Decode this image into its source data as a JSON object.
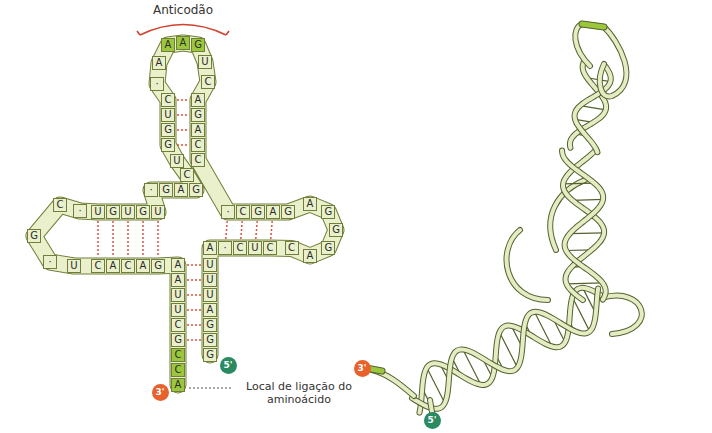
{
  "diagram": {
    "nodes": [
      {
        "text": [
          "G"
        ]
      },
      {
        "text": [
          "G"
        ]
      },
      {
        "text": [
          "G"
        ]
      },
      {
        "text": [
          "A"
        ]
      },
      {
        "text": [
          "U"
        ]
      },
      {
        "text": [
          "U"
        ]
      },
      {
        "text": [
          "U"
        ]
      },
      {
        "text": [
          "A"
        ]
      },
      {
        "text": [
          "·"
        ]
      },
      {
        "text": [
          "C"
        ]
      },
      {
        "text": [
          "U"
        ]
      },
      {
        "text": [
          "C"
        ]
      },
      {
        "text": [
          "C"
        ]
      },
      {
        "text": [
          "A"
        ]
      },
      {
        "text": [
          "G"
        ]
      },
      {
        "text": [
          "G"
        ]
      },
      {
        "text": [
          "G"
        ]
      },
      {
        "text": [
          "A"
        ]
      },
      {
        "text": [
          "G"
        ]
      },
      {
        "text": [
          "A"
        ]
      },
      {
        "text": [
          "G"
        ]
      },
      {
        "text": [
          "C"
        ]
      },
      {
        "text": [
          "·"
        ]
      },
      {
        "text": [
          "C"
        ]
      },
      {
        "text": [
          "C"
        ]
      },
      {
        "text": [
          "A"
        ]
      },
      {
        "text": [
          "G"
        ]
      },
      {
        "text": [
          "A"
        ]
      },
      {
        "text": [
          "C"
        ]
      },
      {
        "text": [
          "U"
        ]
      },
      {
        "text": [
          "G"
        ]
      },
      {
        "text": [
          "A"
        ]
      },
      {
        "text": [
          "A"
        ]
      },
      {
        "text": [
          "A"
        ]
      },
      {
        "text": [
          "·"
        ]
      },
      {
        "text": [
          "C"
        ]
      },
      {
        "text": [
          "U"
        ]
      },
      {
        "text": [
          "G"
        ]
      },
      {
        "text": [
          "G"
        ]
      },
      {
        "text": [
          "U"
        ]
      },
      {
        "text": [
          "C"
        ]
      },
      {
        "text": [
          "G"
        ]
      },
      {
        "text": [
          "A"
        ]
      },
      {
        "text": [
          "G"
        ]
      },
      {
        "text": [
          "·"
        ]
      },
      {
        "text": [
          "U"
        ]
      },
      {
        "text": [
          "G"
        ]
      },
      {
        "text": [
          "U"
        ]
      },
      {
        "text": [
          "G"
        ]
      },
      {
        "text": [
          "U"
        ]
      },
      {
        "text": [
          "·"
        ]
      },
      {
        "text": [
          "C"
        ]
      },
      {
        "text": [
          "G"
        ]
      },
      {
        "text": [
          "·"
        ]
      },
      {
        "text": [
          "U"
        ]
      },
      {
        "text": [
          "C"
        ]
      },
      {
        "text": [
          "A"
        ]
      },
      {
        "text": [
          "C"
        ]
      },
      {
        "text": [
          "A"
        ]
      },
      {
        "text": [
          "G"
        ]
      },
      {
        "text": [
          "A"
        ]
      },
      {
        "text": [
          "A"
        ]
      },
      {
        "text": [
          "U"
        ]
      },
      {
        "text": [
          "U"
        ]
      },
      {
        "text": [
          "C"
        ]
      },
      {
        "text": [
          "G"
        ]
      },
      {
        "text": [
          "C"
        ]
      },
      {
        "text": [
          "C"
        ]
      },
      {
        "text": [
          "A"
        ]
      },
      {
        "text": [
          "5'"
        ]
      },
      {
        "text": [
          "3'"
        ]
      },
      {
        "text": [
          "3'"
        ]
      },
      {
        "text": [
          "5'"
        ]
      }
    ],
    "edges": [
      {
        "from": 60,
        "to": 6,
        "arrow": "none"
      },
      {
        "from": 61,
        "to": 5,
        "arrow": "none"
      },
      {
        "from": 62,
        "to": 4,
        "arrow": "none"
      },
      {
        "from": 63,
        "to": 3,
        "arrow": "none"
      },
      {
        "from": 64,
        "to": 2,
        "arrow": "none"
      },
      {
        "from": 65,
        "to": 1,
        "arrow": "none"
      },
      {
        "from": 8,
        "to": 22,
        "arrow": "none"
      },
      {
        "from": 9,
        "to": 21,
        "arrow": "none"
      },
      {
        "from": 10,
        "to": 20,
        "arrow": "none"
      },
      {
        "from": 11,
        "to": 19,
        "arrow": "none"
      },
      {
        "from": 35,
        "to": 27,
        "arrow": "none"
      },
      {
        "from": 36,
        "to": 26,
        "arrow": "none"
      },
      {
        "from": 37,
        "to": 25,
        "arrow": "none"
      },
      {
        "from": 38,
        "to": 24,
        "arrow": "none"
      },
      {
        "from": 49,
        "to": 55,
        "arrow": "none"
      },
      {
        "from": 48,
        "to": 56,
        "arrow": "none"
      },
      {
        "from": 47,
        "to": 57,
        "arrow": "none"
      },
      {
        "from": 46,
        "to": 58,
        "arrow": "none"
      },
      {
        "from": 45,
        "to": 59,
        "arrow": "none"
      }
    ],
    "labels": [
      "Anticodão",
      "Local de ligação do aminoácido"
    ]
  }
}
